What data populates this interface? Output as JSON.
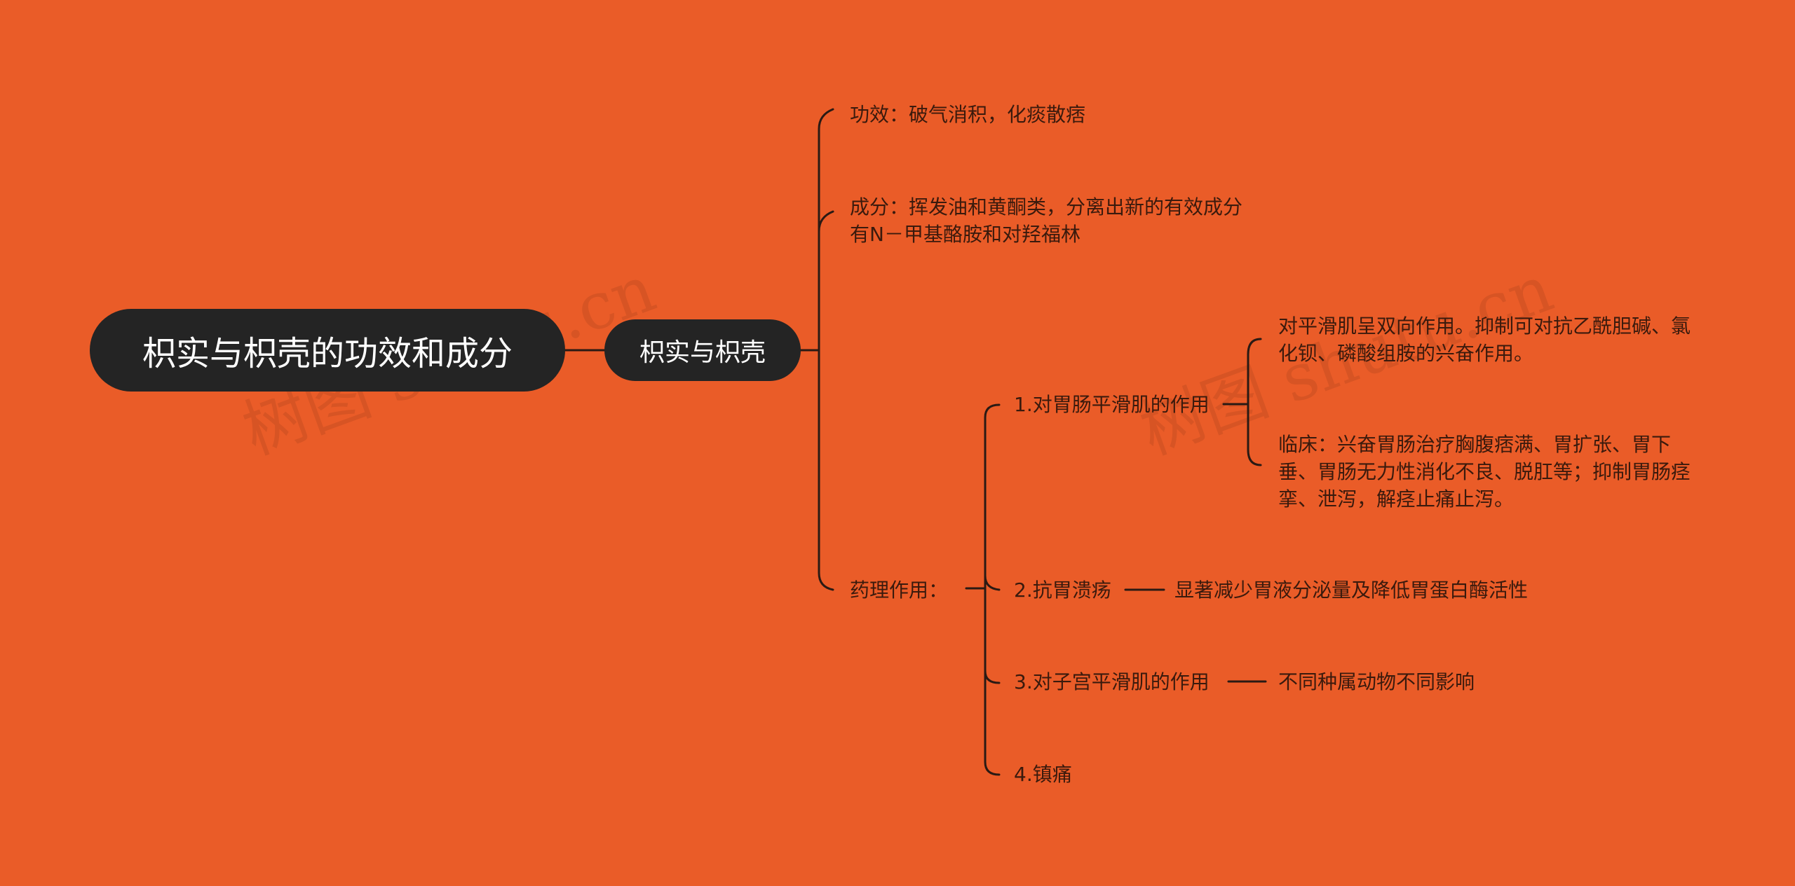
{
  "root": {
    "label": "枳实与枳壳的功效和成分"
  },
  "main": {
    "label": "枳实与枳壳"
  },
  "branches": {
    "efficacy": "功效：破气消积，化痰散痞",
    "components": [
      "成分：挥发油和黄酮类，分离出新的有效成分",
      "有N－甲基酪胺和对羟福林"
    ],
    "pharmacology": "药理作用："
  },
  "pharmacology_items": {
    "item1": {
      "label": "1.对胃肠平滑肌的作用",
      "details": [
        "对平滑肌呈双向作用。抑制可对抗乙酰胆碱、氯化钡、磷酸组胺的兴奋作用。",
        "临床：兴奋胃肠治疗胸腹痞满、胃扩张、胃下垂、胃肠无力性消化不良、脱肛等；抑制胃肠痉挛、泄泻，解痉止痛止泻。"
      ]
    },
    "item2": {
      "label": "2.抗胃溃疡",
      "detail": "显著减少胃液分泌量及降低胃蛋白酶活性"
    },
    "item3": {
      "label": "3.对子宫平滑肌的作用",
      "detail": "不同种属动物不同影响"
    },
    "item4": {
      "label": "4.镇痛"
    }
  },
  "watermark": "树图 shutu.cn",
  "colors": {
    "background": "#ea5c28",
    "node": "#242424",
    "line": "#2a1a14",
    "text": "#3a1a0d"
  }
}
